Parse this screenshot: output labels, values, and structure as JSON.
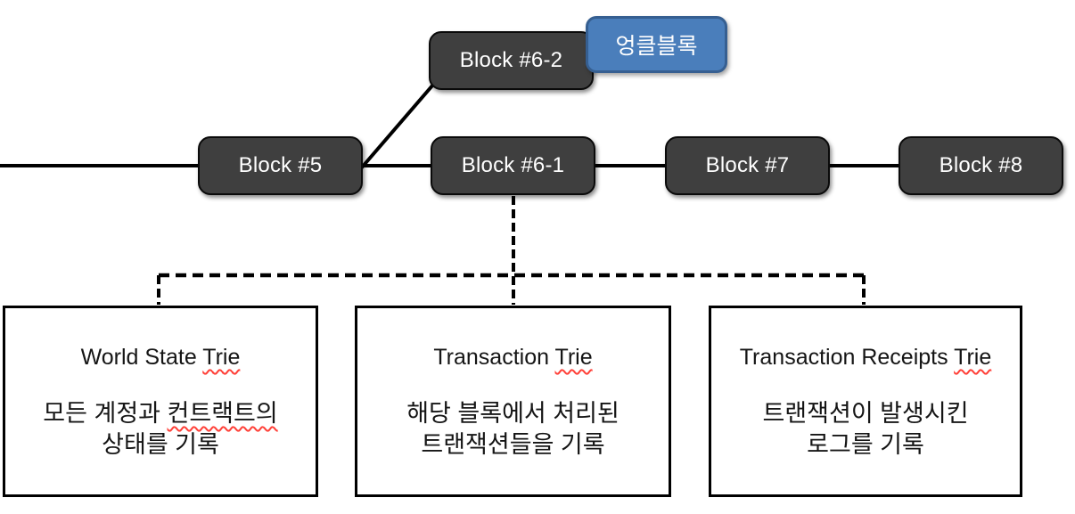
{
  "diagram": {
    "kind": "blockchain-uncle-block-and-tries",
    "colors": {
      "block_fill": "#3f3f3f",
      "block_border": "#0a0a0a",
      "block_text": "#ffffff",
      "uncle_fill": "#4a7ebb",
      "uncle_border": "#365f91",
      "line": "#000000",
      "spellcheck_underline": "#ff4038",
      "trie_box_bg": "#ffffff",
      "trie_box_border": "#000000"
    },
    "chain": {
      "blocks": [
        {
          "label": "Block #5"
        },
        {
          "label": "Block #6-1"
        },
        {
          "label": "Block #7"
        },
        {
          "label": "Block #8"
        }
      ],
      "fork_block": {
        "label": "Block #6-2"
      },
      "uncle_tag": {
        "label": "엉클블록"
      }
    },
    "tries": [
      {
        "title_plain": "World State ",
        "title_flagged": "Trie",
        "line1_plain": "모든 계정과 ",
        "line1_flagged": "컨트랙트의",
        "line2": "상태를 기록"
      },
      {
        "title_plain": "Transaction ",
        "title_flagged": "Trie",
        "line1_plain": "해당 블록에서 처리된",
        "line1_flagged": "",
        "line2": "트랜잭션들을 기록"
      },
      {
        "title_plain": "Transaction Receipts ",
        "title_flagged": "Trie",
        "line1_plain": "트랜잭션이 발생시킨",
        "line1_flagged": "",
        "line2": "로그를 기록"
      }
    ]
  }
}
